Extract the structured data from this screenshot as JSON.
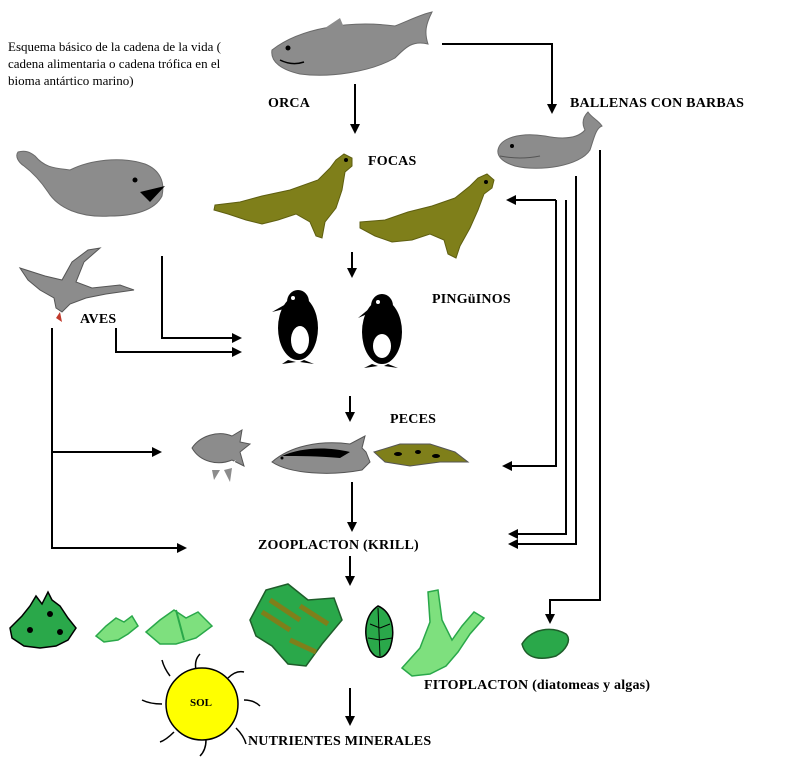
{
  "description": "Esquema básico de la cadena de la vida ( cadena alimentaria o cadena trófica en el bioma antártico marino)",
  "labels": {
    "orca": "ORCA",
    "ballenas": "BALLENAS CON BARBAS",
    "focas": "FOCAS",
    "pinguinos": "PINGüINOS",
    "aves": "AVES",
    "peces": "PECES",
    "zooplancton": "ZOOPLACTON (KRILL)",
    "fitoplancton": "FITOPLACTON (diatomeas y algas)",
    "sol": "SOL",
    "nutrientes": "NUTRIENTES MINERALES"
  },
  "colors": {
    "gray": "#8c8c8c",
    "olive": "#7f7f1a",
    "green": "#2aa84a",
    "light_green": "#7ee07e",
    "sun": "#ffff00",
    "black": "#000000"
  }
}
